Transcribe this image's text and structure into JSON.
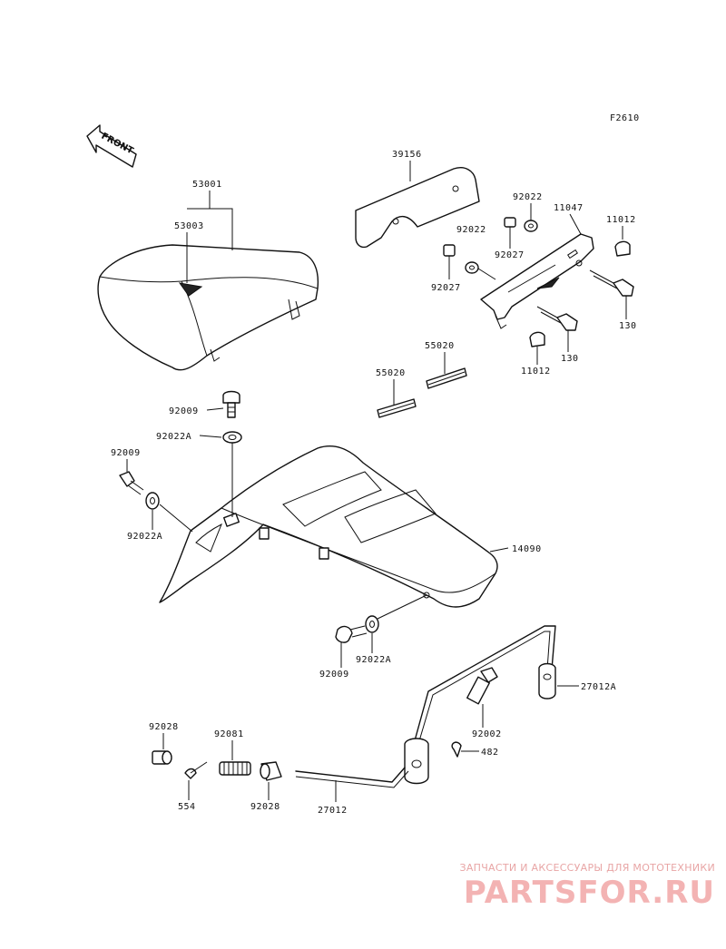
{
  "figure_code": "F2610",
  "front_arrow_label": "FRONT",
  "callouts": {
    "c53001": "53001",
    "c53003": "53003",
    "c39156": "39156",
    "c92022_top": "92022",
    "c11047": "11047",
    "c11012_top": "11012",
    "c92022_mid": "92022",
    "c92027_right": "92027",
    "c92027_left": "92027",
    "c130_top": "130",
    "c130_bottom": "130",
    "c11012_bottom": "11012",
    "c55020_right": "55020",
    "c55020_left": "55020",
    "c92009_top": "92009",
    "c92022A_top": "92022A",
    "c92009_left": "92009",
    "c92022A_left": "92022A",
    "c14090": "14090",
    "c92009_bottom": "92009",
    "c92022A_bottom": "92022A",
    "c27012A": "27012A",
    "c92002": "92002",
    "c482": "482",
    "c92028_left": "92028",
    "c92081": "92081",
    "c554": "554",
    "c92028_bottom": "92028",
    "c27012": "27012"
  },
  "watermark": {
    "tagline": "ЗАПЧАСТИ И АКСЕССУАРЫ ДЛЯ МОТОТЕХНИКИ",
    "logo": "PARTSFOR.RU"
  }
}
